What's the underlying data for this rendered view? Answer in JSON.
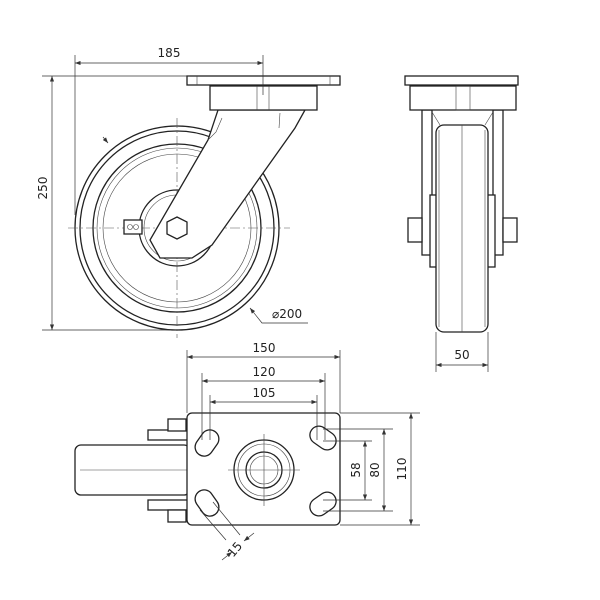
{
  "title": "Swivel caster technical drawing",
  "dimensions": {
    "front_width": "185",
    "front_height": "250",
    "wheel_diameter": "⌀200",
    "side_wheel_width": "50",
    "plate_length": "150",
    "hole_spacing_outer": "120",
    "hole_spacing_inner": "105",
    "hole_spacing_vertical_inner": "58",
    "hole_spacing_vertical_outer": "80",
    "plate_width": "110",
    "slot_width": "15"
  },
  "colors": {
    "line": "#222222",
    "background": "#ffffff"
  }
}
